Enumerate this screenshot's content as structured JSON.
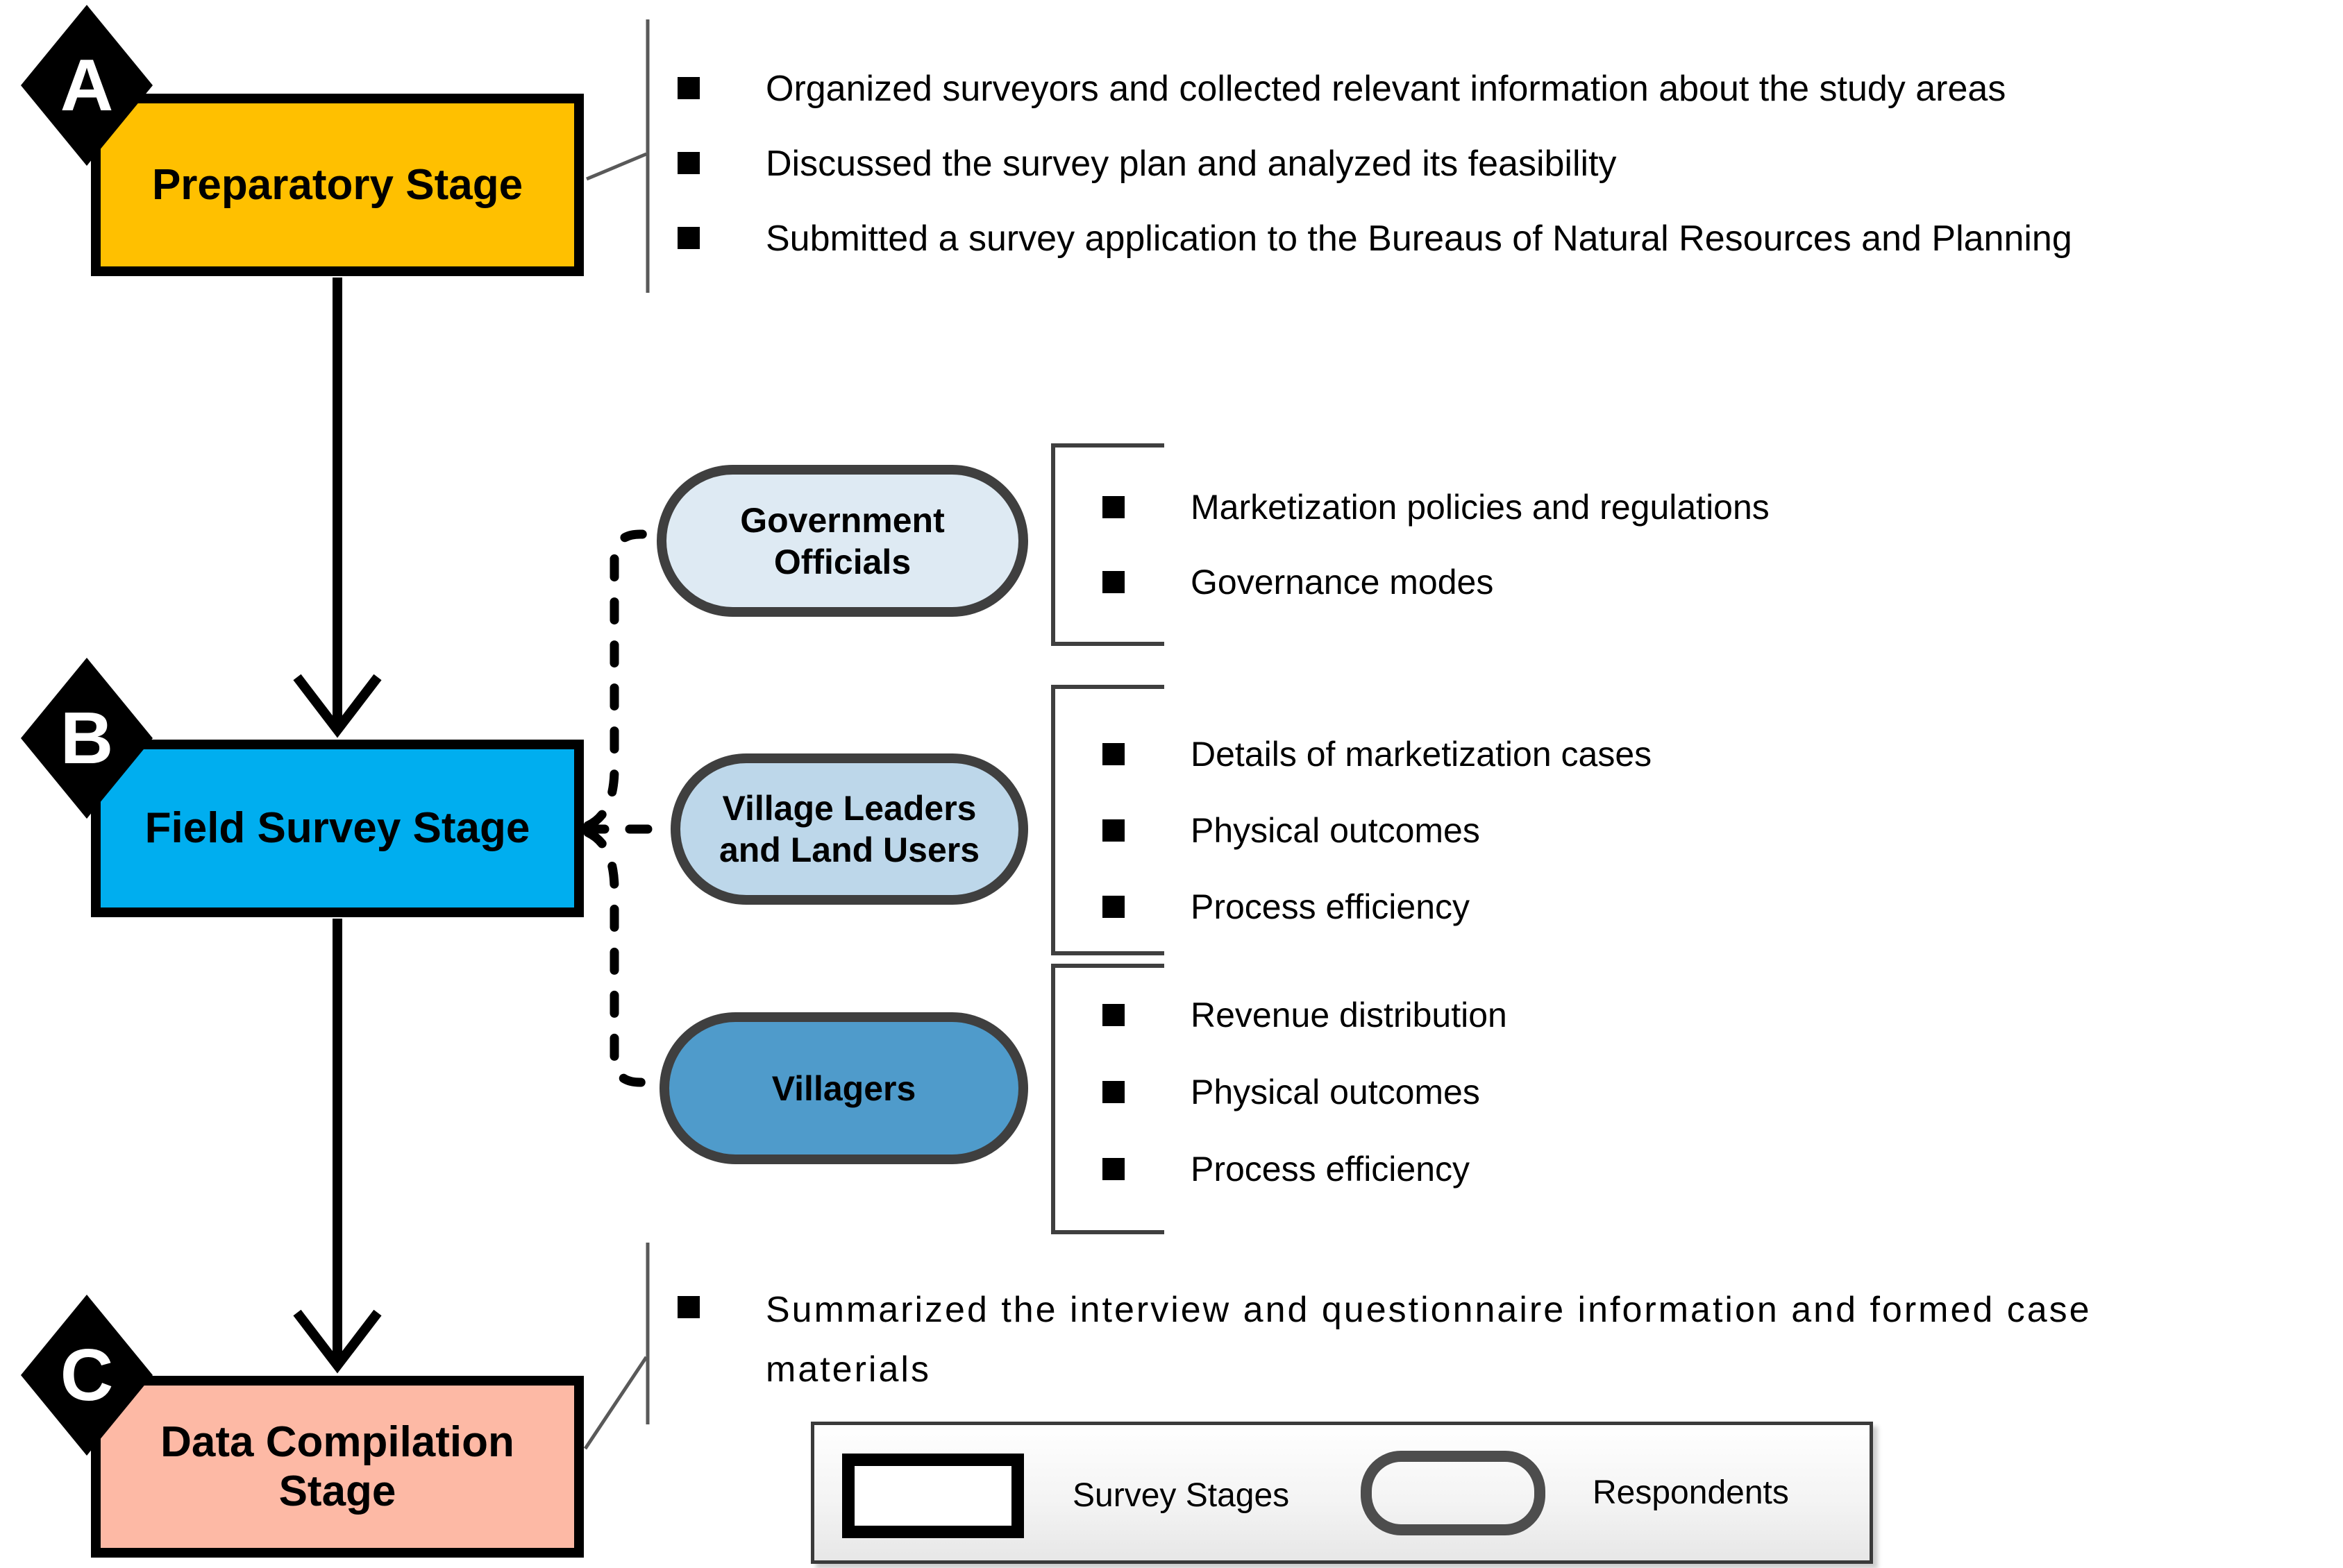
{
  "title": "Survey workflow diagram",
  "colors": {
    "stage_a_fill": "#FFC000",
    "stage_b_fill": "#00AEEF",
    "stage_c_fill": "#FDB9A5",
    "pill_gov_fill": "#DEEAF3",
    "pill_leaders_fill": "#BDD7EA",
    "pill_villagers_fill": "#4F9BCB",
    "pill_border": "#3F3F3F",
    "marker_fill": "#000000",
    "connector": "#000000",
    "bracket": "#3F3F3F"
  },
  "stages": [
    {
      "marker": "A",
      "label": "Preparatory Stage",
      "activities": [
        "Organized surveyors and collected relevant information about the study areas",
        "Discussed the survey plan and analyzed its feasibility",
        "Submitted a survey application to the Bureaus of Natural Resources and Planning"
      ]
    },
    {
      "marker": "B",
      "label": "Field Survey Stage",
      "activities": []
    },
    {
      "marker": "C",
      "label": "Data Compilation Stage",
      "label_lines": [
        "Data Compilation",
        "Stage"
      ],
      "activities": [
        "Summarized the interview and questionnaire information and formed case materials"
      ],
      "activity_lines": [
        "Summarized the interview and questionnaire information and formed case",
        "materials"
      ]
    }
  ],
  "respondents": [
    {
      "name": "Government Officials",
      "name_lines": [
        "Government",
        "Officials"
      ],
      "topics": [
        "Marketization policies and regulations",
        "Governance modes"
      ]
    },
    {
      "name": "Village Leaders and Land Users",
      "name_lines": [
        "Village Leaders",
        "and Land Users"
      ],
      "topics": [
        "Details of marketization cases",
        "Physical outcomes",
        "Process efficiency"
      ]
    },
    {
      "name": "Villagers",
      "name_lines": [
        "Villagers"
      ],
      "topics": [
        "Revenue distribution",
        "Physical outcomes",
        "Process efficiency"
      ]
    }
  ],
  "legend": {
    "survey_stages": "Survey Stages",
    "respondents": "Respondents"
  }
}
